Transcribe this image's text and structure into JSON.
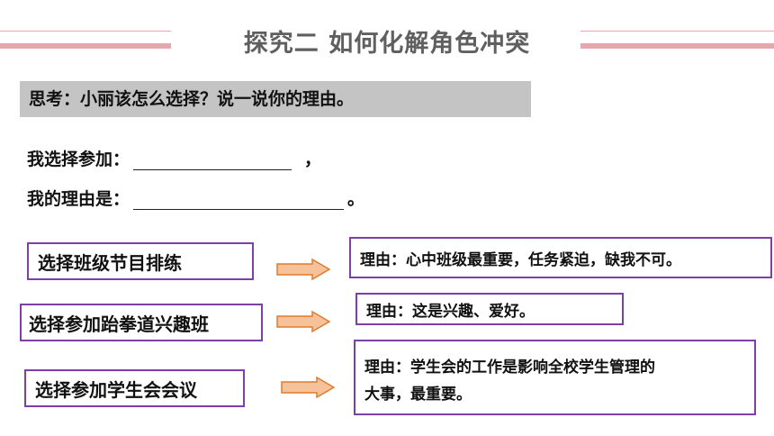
{
  "header": {
    "title": "探究二 如何化解角色冲突",
    "accent_color": "#e9a6ad"
  },
  "question": {
    "text": "思考：小丽该怎么选择？说一说你的理由。"
  },
  "fill_in": {
    "line1_label": "我选择参加：",
    "line1_end": "，",
    "line2_label": "我的理由是：",
    "line2_end": "。"
  },
  "choices": [
    {
      "label": "选择班级节目排练",
      "reason": "理由：心中班级最重要，任务紧迫，缺我不可。"
    },
    {
      "label": "选择参加跆拳道兴趣班",
      "reason": "理由：这是兴趣、爱好。"
    },
    {
      "label": "选择参加学生会会议",
      "reason_line1": "理由：学生会的工作是影响全校学生管理的",
      "reason_line2": "大事，最重要。"
    }
  ],
  "colors": {
    "box_border": "#7e3fa8",
    "arrow_fill": "#f5c29a",
    "arrow_stroke": "#e07a2e",
    "question_bg": "#c4c4c4"
  }
}
